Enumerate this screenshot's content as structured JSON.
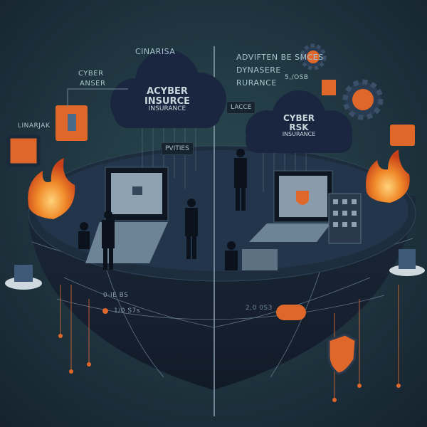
{
  "colors": {
    "background": "#1f3a44",
    "accent": "#e0672a",
    "fire": "#f08a2a",
    "surface": "#1c2a3a",
    "cloud": "#1a2640"
  },
  "left": {
    "top_label": "CINARISA",
    "side_label": [
      "CYBER",
      "ANSER"
    ],
    "far_label": "LINARJAK",
    "cloud": [
      "ACYBER",
      "INSURCE",
      "INSURANCE"
    ],
    "bubble": "PVITIES",
    "bowl_text": [
      "0-IE BS",
      "1/0 S7s"
    ]
  },
  "right": {
    "header": [
      "ADVIFTEN BE SMCES",
      "DYNASERE",
      "RURANCE"
    ],
    "code": "5,/OSB",
    "bubble": "LACCE",
    "cloud": [
      "CYBER",
      "RSK",
      "INSURANCE"
    ],
    "bowl_text": "2,0 0S3"
  },
  "icons": [
    "gear-icon",
    "lock-icon",
    "shield-icon",
    "fire-icon",
    "laptop-icon",
    "building-icon",
    "person-icon",
    "cloud-icon"
  ]
}
